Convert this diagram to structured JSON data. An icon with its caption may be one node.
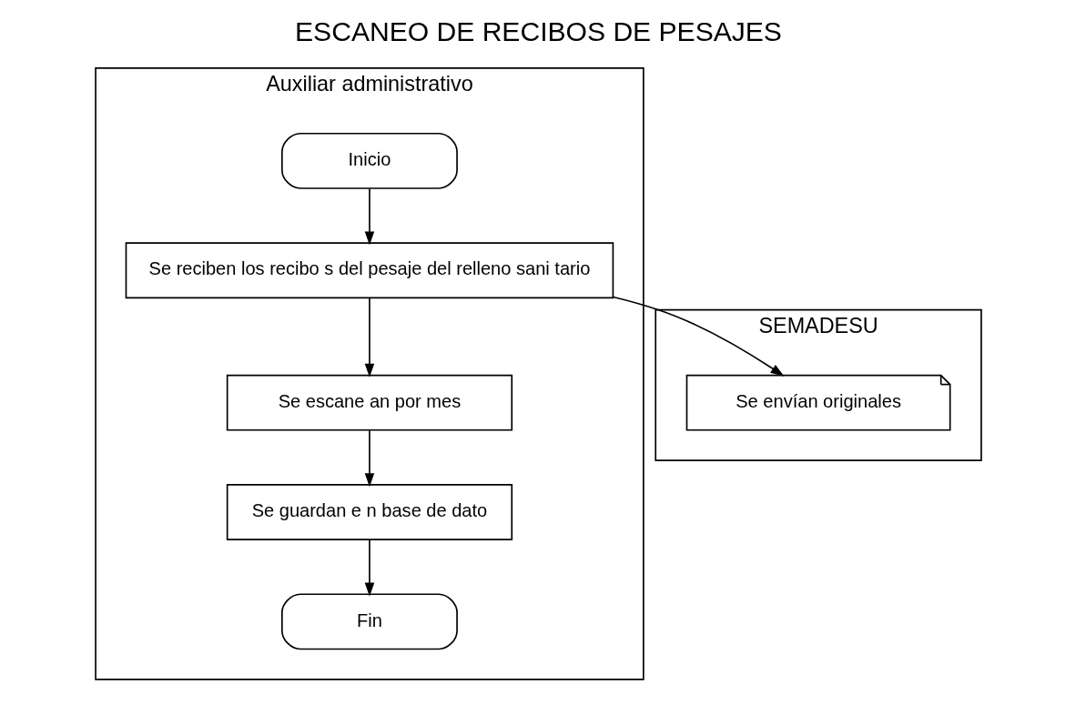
{
  "diagram": {
    "title": "ESCANEO DE RECIBOS DE PESAJES",
    "nodes": [
      {
        "text": [
          "Auxiliar administrativo"
        ]
      },
      {
        "text": [
          "SEMADESU"
        ]
      },
      {
        "text": [
          "Inicio"
        ],
        "in": 0
      },
      {
        "text": [
          "Se reciben los recibo s del pesaje del relleno sani tario"
        ],
        "in": 0
      },
      {
        "text": [
          "Se escane an por mes"
        ],
        "in": 0
      },
      {
        "text": [
          "Se guardan e n base de dato"
        ],
        "in": 0
      },
      {
        "text": [
          "Fin"
        ],
        "in": 0
      },
      {
        "text": [
          "Se envían originales"
        ],
        "in": 1
      }
    ],
    "edges": [
      {
        "from": 2,
        "to": 3,
        "arrow": "to"
      },
      {
        "from": 3,
        "to": 7,
        "arrow": "to"
      },
      {
        "from": 3,
        "to": 4,
        "arrow": "to"
      },
      {
        "from": 4,
        "to": 5,
        "arrow": "to"
      },
      {
        "from": 5,
        "to": 6,
        "arrow": "to"
      }
    ]
  }
}
